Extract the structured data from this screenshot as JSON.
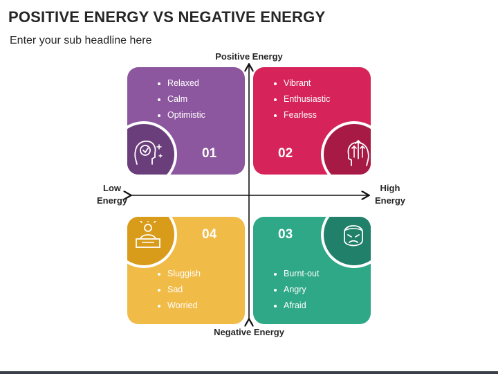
{
  "title": "POSITIVE ENERGY VS NEGATIVE ENERGY",
  "subtitle": "Enter your sub headline here",
  "axes": {
    "top": "Positive Energy",
    "bottom": "Negative Energy",
    "left_line1": "Low",
    "left_line2": "Energy",
    "right_line1": "High",
    "right_line2": "Energy"
  },
  "quadrants": [
    {
      "number": "01",
      "items": [
        "Relaxed",
        "Calm",
        "Optimistic"
      ],
      "color": "#8c579e",
      "dark": "#6a3d7b",
      "icon": "calm-mind-icon"
    },
    {
      "number": "02",
      "items": [
        "Vibrant",
        "Enthusiastic",
        "Fearless"
      ],
      "color": "#d6245a",
      "dark": "#a81a46",
      "icon": "energetic-mind-icon"
    },
    {
      "number": "03",
      "items": [
        "Burnt-out",
        "Angry",
        "Afraid"
      ],
      "color": "#2ea886",
      "dark": "#21806a",
      "icon": "angry-face-icon"
    },
    {
      "number": "04",
      "items": [
        "Sluggish",
        "Sad",
        "Worried"
      ],
      "color": "#f1bb48",
      "dark": "#d99b1a",
      "icon": "tired-worker-icon"
    }
  ]
}
